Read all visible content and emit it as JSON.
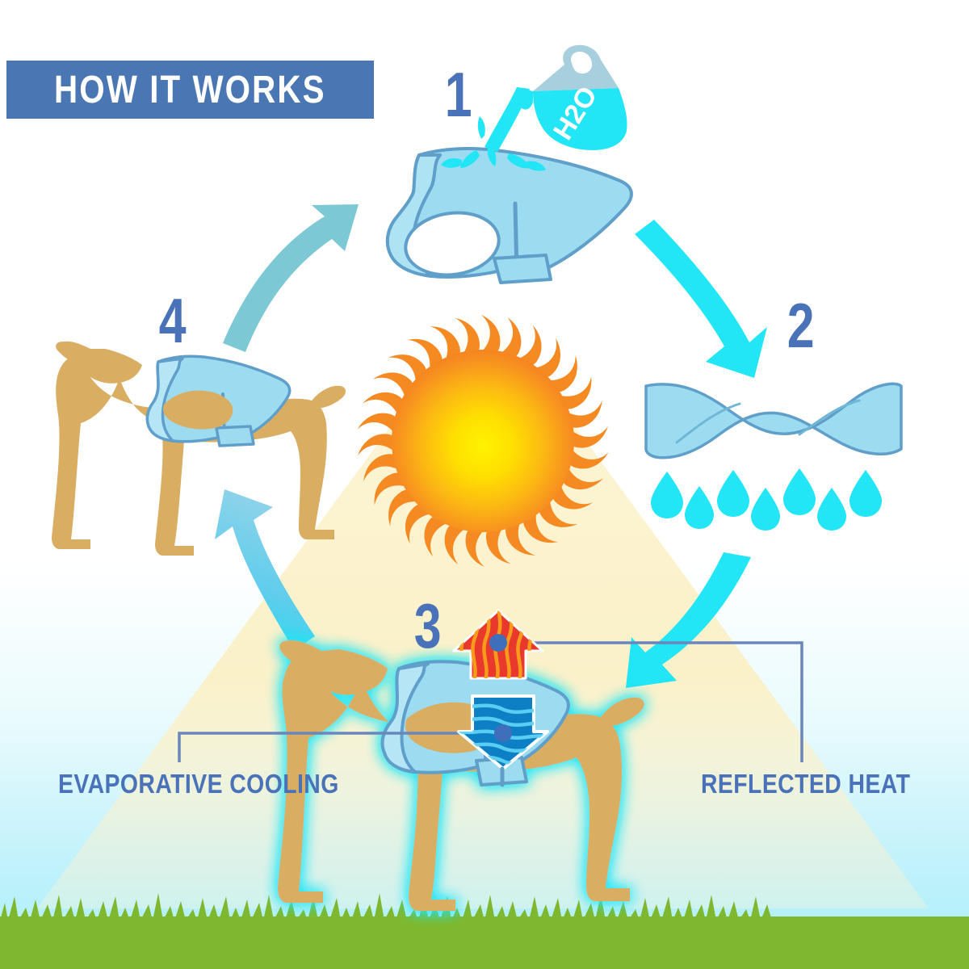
{
  "title": {
    "text": "HOW IT WORKS",
    "banner_color": "#4a77b4",
    "text_color": "#ffffff"
  },
  "steps": [
    {
      "number": "1",
      "name": "fill-vest-with-water",
      "icon": "cooling-vest-with-water-jug",
      "jug_label": "H2O"
    },
    {
      "number": "2",
      "name": "wring-out-fabric",
      "icon": "twisted-fabric-with-droplets",
      "droplet_count": 7
    },
    {
      "number": "3",
      "name": "dog-wearing-vest-cooling",
      "icon": "dog-with-vest-heat-arrows"
    },
    {
      "number": "4",
      "name": "dog-stays-cool",
      "icon": "dog-wearing-vest"
    }
  ],
  "callouts": [
    {
      "id": "evaporative-cooling",
      "label": "EVAPORATIVE COOLING",
      "arrow_direction": "down",
      "arrow_color": "#1a8fd1"
    },
    {
      "id": "reflected-heat",
      "label": "REFLECTED HEAT",
      "arrow_direction": "up",
      "arrow_color": "#e8392c"
    }
  ],
  "colors": {
    "brand_blue": "#4a72b8",
    "banner_blue": "#4a77b4",
    "bright_cyan": "#22e5f5",
    "muted_teal": "#7cc8d4",
    "vest_blue": "#9ddcf0",
    "vest_outline": "#5f9fc9",
    "dog_tan": "#d9ad62",
    "sun_core": "#ffe000",
    "sun_edge": "#f58220",
    "sun_ray": "#f58a22",
    "grass_green": "#7fb82e",
    "sky_cyan": "#a9f0fb",
    "wedge_yellow": "#fbf0c4",
    "heat_red": "#e8392c",
    "heat_orange": "#f7941e",
    "cool_blue": "#0d7fc4",
    "connector_line": "#6b86bb"
  },
  "scene": {
    "sun": "radiant-sun",
    "backdrop": "light-cone-wedge",
    "ground": "grass-strip",
    "sky": "cyan-sky-gradient"
  },
  "flow_arrows": [
    {
      "from": "4",
      "to": "1",
      "color": "#7cc8d4",
      "direction": "up-right"
    },
    {
      "from": "1",
      "to": "2",
      "color": "#22e5f5",
      "direction": "down-right"
    },
    {
      "from": "2",
      "to": "3",
      "color": "#22e5f5",
      "direction": "down-left"
    },
    {
      "from": "3",
      "to": "4",
      "color": "#22e5f5",
      "direction": "up-left"
    }
  ]
}
